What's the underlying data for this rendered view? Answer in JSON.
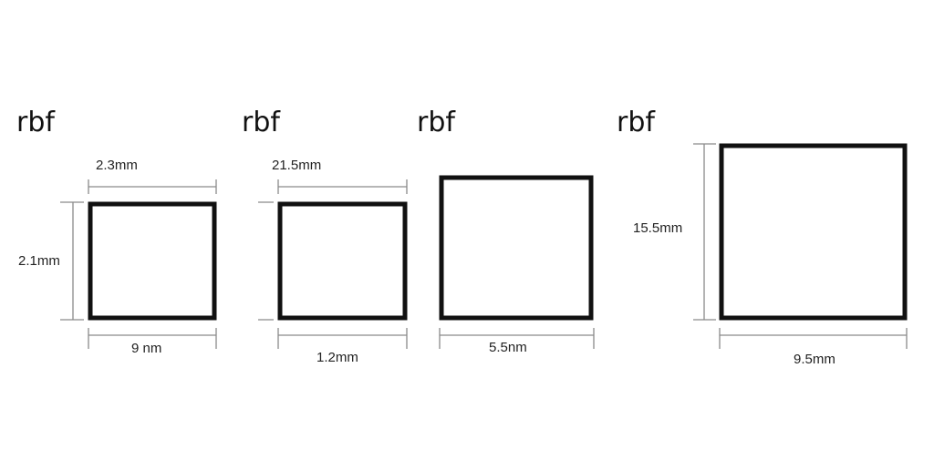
{
  "items": [
    {
      "title": "rbf",
      "top_dim": "2.3mm",
      "side_dim": "2.1mm",
      "bottom_dim": "9 nm"
    },
    {
      "title": "rbf",
      "top_dim": "21.5mm",
      "side_dim": "",
      "bottom_dim": "1.2mm"
    },
    {
      "title": "rbf",
      "top_dim": "",
      "side_dim": "",
      "bottom_dim": "5.5nm"
    },
    {
      "title": "rbf",
      "top_dim": "",
      "side_dim": "15.5mm",
      "bottom_dim": "9.5mm"
    }
  ]
}
